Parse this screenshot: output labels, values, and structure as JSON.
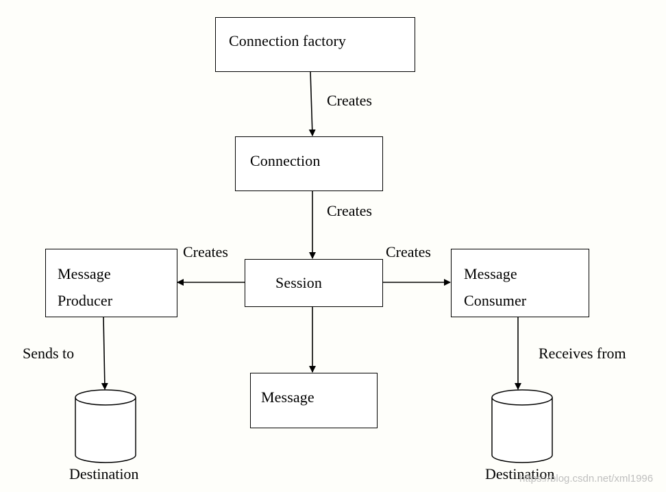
{
  "nodes": {
    "connection_factory": "Connection factory",
    "connection": "Connection",
    "session": "Session",
    "message_producer": [
      "Message",
      "Producer"
    ],
    "message_consumer": [
      "Message",
      "Consumer"
    ],
    "message": "Message"
  },
  "edges": {
    "factory_to_connection": "Creates",
    "connection_to_session": "Creates",
    "session_to_producer": "Creates",
    "session_to_consumer": "Creates",
    "producer_to_destination": "Sends to",
    "consumer_from_destination": "Receives from"
  },
  "destinations": {
    "left": "Destination",
    "right": "Destination"
  },
  "watermark": "https://blog.csdn.net/xml1996"
}
